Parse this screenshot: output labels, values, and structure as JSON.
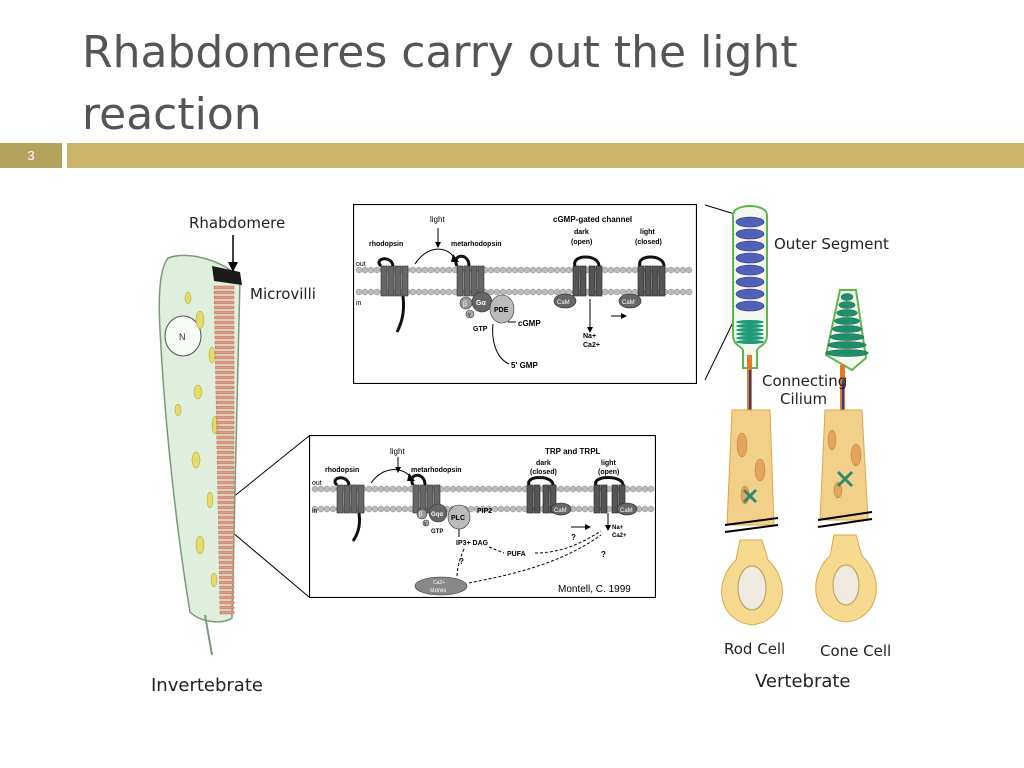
{
  "slide": {
    "title": "Rhabdomeres carry out the light reaction",
    "number": "3",
    "accent_color": "#c9b46a"
  },
  "invertebrate": {
    "label_rhabdomere": "Rhabdomere",
    "label_microvilli": "Microvilli",
    "label_nucleus": "N",
    "caption": "Invertebrate"
  },
  "vertebrate": {
    "label_outer_segment": "Outer Segment",
    "label_connecting": "Connecting",
    "label_cilium": "Cilium",
    "label_rod": "Rod Cell",
    "label_cone": "Cone Cell",
    "caption": "Vertebrate"
  },
  "top_inset": {
    "light": "light",
    "channel_title": "cGMP-gated channel",
    "dark": "dark",
    "open": "(open)",
    "light2": "light",
    "closed": "(closed)",
    "rhodopsin": "rhodopsin",
    "metarhodopsin": "metarhodopsin",
    "out": "out",
    "in": "in",
    "beta": "β",
    "galpha": "Gα",
    "gamma": "γ",
    "pde": "PDE",
    "gtp": "GTP",
    "cgmp": "cGMP",
    "five_gmp": "5' GMP",
    "cam": "CaM",
    "na": "Na+",
    "ca": "Ca2+"
  },
  "bottom_inset": {
    "light": "light",
    "trp_title": "TRP and TRPL",
    "dark": "dark",
    "closed": "(closed)",
    "light2": "light",
    "open": "(open)",
    "rhodopsin": "rhodopsin",
    "metarhodopsin": "metarhodopsin",
    "out": "out",
    "in": "in",
    "beta": "β",
    "gq": "Gqα",
    "gamma": "γ",
    "plc": "PLC",
    "gtp": "GTP",
    "pip2": "PIP2",
    "ip3_dag": "IP3+ DAG",
    "pufa": "PUFA",
    "q1": "?",
    "q2": "?",
    "q3": "?",
    "cam": "CaM",
    "na": "Na+",
    "ca": "Ca2+",
    "stores_ca": "Ca2+",
    "stores": "stores",
    "citation": "Montell, C. 1999"
  }
}
